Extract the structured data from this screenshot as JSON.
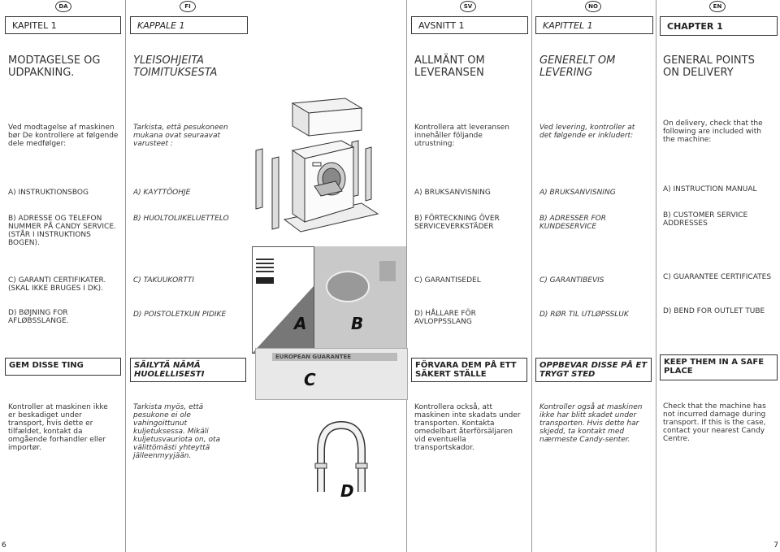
{
  "badges": [
    "DA",
    "FI",
    "SV",
    "NO",
    "EN"
  ],
  "header": {
    "da": "KAPITEL 1",
    "fi": "KAPPALE 1",
    "sv": "AVSNITT 1",
    "no": "KAPITTEL 1",
    "en": "CHAPTER 1"
  },
  "titles": {
    "da": "MODTAGELSE OG UDPAKNING.",
    "fi": "YLEISOHJEITA TOIMITUKSESTA",
    "sv": "ALLMÄNT OM LEVERANSEN",
    "no": "GENERELT OM LEVERING",
    "en": "GENERAL POINTS ON DELIVERY"
  },
  "intro": {
    "da": "Ved modtagelse af maskinen bør De kontrollere at følgende dele medfølger:",
    "fi": "Tarkista, että pesukoneen mukana ovat seuraavat varusteet :",
    "sv": "Kontrollera att leveransen innehåller följande utrustning:",
    "no": "Ved levering, kontroller at det følgende er inkludert:",
    "en": "On delivery, check that the following are included with the machine:"
  },
  "items": {
    "da": [
      "A) INSTRUKTIONSBOG",
      "B) ADRESSE OG TELEFON NUMMER PÅ CANDY SERVICE. (STÅR I INSTRUKTIONS BOGEN).",
      "C) GARANTI CERTIFIKATER. (SKAL IKKE BRUGES I DK).",
      "D) BØJNING FOR AFLØBSSLANGE."
    ],
    "fi": [
      "A) KAYTTÖOHJE",
      "B) HUOLTOLIIKELUETTELO",
      "C) TAKUUKORTTI",
      "D) POISTOLETKUN PIDIKE"
    ],
    "sv": [
      "A) BRUKSANVISNING",
      "B) FÖRTECKNING ÖVER SERVICEVERKSTÄDER",
      "C) GARANTISEDEL",
      "D) HÅLLARE FÖR AVLOPPSSLANG"
    ],
    "no": [
      "A) BRUKSANVISNING",
      "B) ADRESSER FOR KUNDESERVICE",
      "C) GARANTIBEVIS",
      "D) RØR TIL UTLØPSSLUK"
    ],
    "en": [
      "A) INSTRUCTION MANUAL",
      "B) CUSTOMER SERVICE ADDRESSES",
      "C) GUARANTEE CERTIFICATES",
      "D) BEND FOR OUTLET TUBE"
    ]
  },
  "keep": {
    "da": "GEM DISSE TING",
    "fi": "SÄILYTÄ NÄMÄ HUOLELLISESTI",
    "sv": "FÖRVARA DEM PÅ ETT SÄKERT STÄLLE",
    "no": "OPPBEVAR DISSE PÅ ET TRYGT STED",
    "en": "KEEP THEM IN A SAFE PLACE"
  },
  "check": {
    "da": "Kontroller at maskinen ikke er beskadiget under transport, hvis dette er tilfældet, kontakt da omgående forhandler eller importør.",
    "fi": "Tarkista myös, että pesukone ei ole vahingoittunut kuljetuksessa. Mikäli kuljetusvauriota on, ota välittömästi yhteyttä jälleenmyyjään.",
    "sv": "Kontrollera också, att maskinen inte skadats under transporten. Kontakta omedelbart återförsäljaren vid eventuella transportskador.",
    "no": "Kontroller også at maskinen ikke har blitt skadet under transporten. Hvis dette har skjedd, ta kontakt med nærmeste Candy-senter.",
    "en": "Check that the machine has not incurred damage during transport. If this is the case, contact your nearest Candy Centre."
  },
  "figure": {
    "a": "A",
    "b": "B",
    "c": "C",
    "d": "D",
    "guarantee_text": "EUROPEAN GUARANTEE"
  },
  "pages": {
    "left": "6",
    "right": "7"
  }
}
